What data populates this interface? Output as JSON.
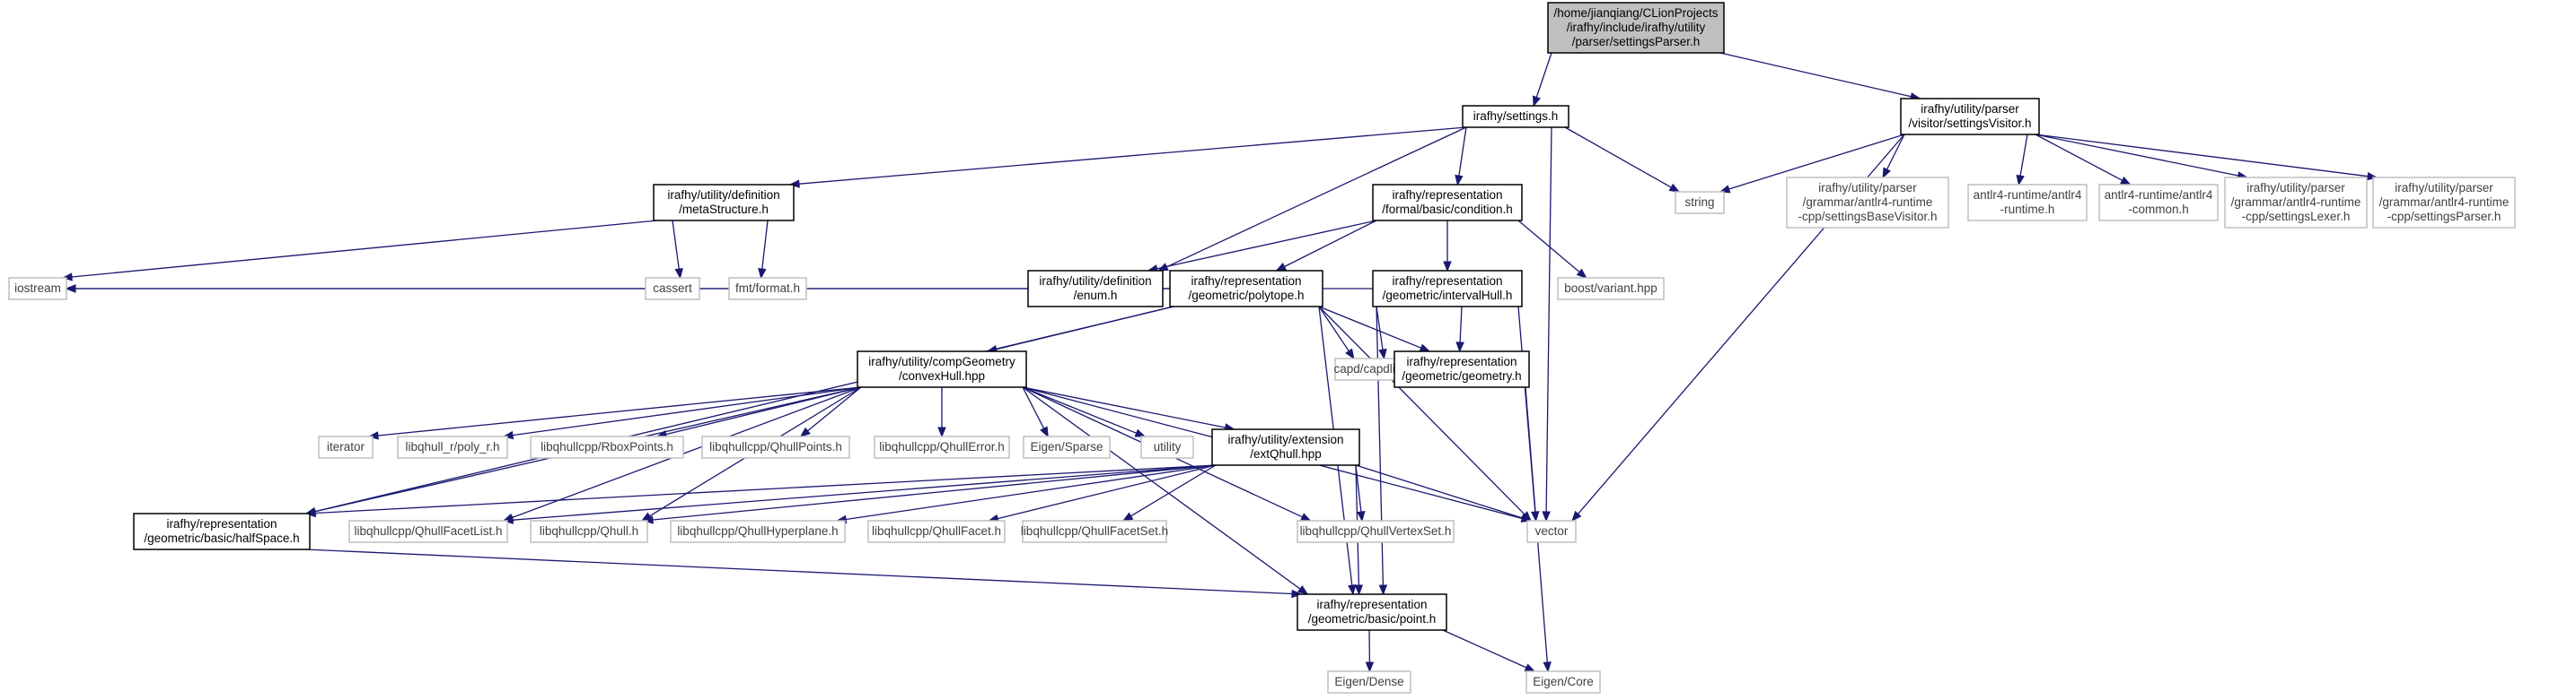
{
  "diagram": {
    "type": "include-dependency-graph",
    "colors": {
      "root_fill": "#bfbfbf",
      "local_fill": "#ffffff",
      "local_border": "#000000",
      "external_border": "#bfbfbf",
      "external_text": "#404040",
      "edge": "#191970"
    },
    "nodes": [
      {
        "id": "root",
        "kind": "root",
        "lines": [
          "/home/jianqiang/CLionProjects",
          "/irafhy/include/irafhy/utility",
          "/parser/settingsParser.h"
        ]
      },
      {
        "id": "settings",
        "kind": "local",
        "lines": [
          "irafhy/settings.h"
        ]
      },
      {
        "id": "settingsVisitor",
        "kind": "local",
        "lines": [
          "irafhy/utility/parser",
          "/visitor/settingsVisitor.h"
        ]
      },
      {
        "id": "metaStructure",
        "kind": "local",
        "lines": [
          "irafhy/utility/definition",
          "/metaStructure.h"
        ]
      },
      {
        "id": "condition",
        "kind": "local",
        "lines": [
          "irafhy/representation",
          "/formal/basic/condition.h"
        ]
      },
      {
        "id": "string",
        "kind": "external",
        "lines": [
          "string"
        ]
      },
      {
        "id": "vector",
        "kind": "external",
        "lines": [
          "vector"
        ]
      },
      {
        "id": "baseVisitor",
        "kind": "external",
        "lines": [
          "irafhy/utility/parser",
          "/grammar/antlr4-runtime",
          "-cpp/settingsBaseVisitor.h"
        ]
      },
      {
        "id": "antlrRuntime",
        "kind": "external",
        "lines": [
          "antlr4-runtime/antlr4",
          "-runtime.h"
        ]
      },
      {
        "id": "antlrCommon",
        "kind": "external",
        "lines": [
          "antlr4-runtime/antlr4",
          "-common.h"
        ]
      },
      {
        "id": "settingsLexer",
        "kind": "external",
        "lines": [
          "irafhy/utility/parser",
          "/grammar/antlr4-runtime",
          "-cpp/settingsLexer.h"
        ]
      },
      {
        "id": "settingsParserG",
        "kind": "external",
        "lines": [
          "irafhy/utility/parser",
          "/grammar/antlr4-runtime",
          "-cpp/settingsParser.h"
        ]
      },
      {
        "id": "iostream",
        "kind": "external",
        "lines": [
          "iostream"
        ]
      },
      {
        "id": "cassert",
        "kind": "external",
        "lines": [
          "cassert"
        ]
      },
      {
        "id": "fmtformat",
        "kind": "external",
        "lines": [
          "fmt/format.h"
        ]
      },
      {
        "id": "enum",
        "kind": "local",
        "lines": [
          "irafhy/utility/definition",
          "/enum.h"
        ]
      },
      {
        "id": "polytope",
        "kind": "local",
        "lines": [
          "irafhy/representation",
          "/geometric/polytope.h"
        ]
      },
      {
        "id": "intervalHull",
        "kind": "local",
        "lines": [
          "irafhy/representation",
          "/geometric/intervalHull.h"
        ]
      },
      {
        "id": "boostVariant",
        "kind": "external",
        "lines": [
          "boost/variant.hpp"
        ]
      },
      {
        "id": "capdlib",
        "kind": "external",
        "lines": [
          "capd/capdlib.h"
        ]
      },
      {
        "id": "geometry",
        "kind": "local",
        "lines": [
          "irafhy/representation",
          "/geometric/geometry.h"
        ]
      },
      {
        "id": "convexHull",
        "kind": "local",
        "lines": [
          "irafhy/utility/compGeometry",
          "/convexHull.hpp"
        ]
      },
      {
        "id": "iterator",
        "kind": "external",
        "lines": [
          "iterator"
        ]
      },
      {
        "id": "polyr",
        "kind": "external",
        "lines": [
          "libqhull_r/poly_r.h"
        ]
      },
      {
        "id": "rboxPoints",
        "kind": "external",
        "lines": [
          "libqhullcpp/RboxPoints.h"
        ]
      },
      {
        "id": "qhullPoints",
        "kind": "external",
        "lines": [
          "libqhullcpp/QhullPoints.h"
        ]
      },
      {
        "id": "qhullError",
        "kind": "external",
        "lines": [
          "libqhullcpp/QhullError.h"
        ]
      },
      {
        "id": "eigenSparse",
        "kind": "external",
        "lines": [
          "Eigen/Sparse"
        ]
      },
      {
        "id": "utility",
        "kind": "external",
        "lines": [
          "utility"
        ]
      },
      {
        "id": "extQhull",
        "kind": "local",
        "lines": [
          "irafhy/utility/extension",
          "/extQhull.hpp"
        ]
      },
      {
        "id": "halfSpace",
        "kind": "local",
        "lines": [
          "irafhy/representation",
          "/geometric/basic/halfSpace.h"
        ]
      },
      {
        "id": "qhullFacetList",
        "kind": "external",
        "lines": [
          "libqhullcpp/QhullFacetList.h"
        ]
      },
      {
        "id": "qhull",
        "kind": "external",
        "lines": [
          "libqhullcpp/Qhull.h"
        ]
      },
      {
        "id": "qhullHyperplane",
        "kind": "external",
        "lines": [
          "libqhullcpp/QhullHyperplane.h"
        ]
      },
      {
        "id": "qhullFacet",
        "kind": "external",
        "lines": [
          "libqhullcpp/QhullFacet.h"
        ]
      },
      {
        "id": "qhullFacetSet",
        "kind": "external",
        "lines": [
          "libqhullcpp/QhullFacetSet.h"
        ]
      },
      {
        "id": "qhullVertexSet",
        "kind": "external",
        "lines": [
          "libqhullcpp/QhullVertexSet.h"
        ]
      },
      {
        "id": "point",
        "kind": "local",
        "lines": [
          "irafhy/representation",
          "/geometric/basic/point.h"
        ]
      },
      {
        "id": "eigenDense",
        "kind": "external",
        "lines": [
          "Eigen/Dense"
        ]
      },
      {
        "id": "eigenCore",
        "kind": "external",
        "lines": [
          "Eigen/Core"
        ]
      }
    ],
    "edges": [
      [
        "root",
        "settings"
      ],
      [
        "root",
        "settingsVisitor"
      ],
      [
        "settings",
        "metaStructure"
      ],
      [
        "settings",
        "condition"
      ],
      [
        "settings",
        "string"
      ],
      [
        "settings",
        "vector"
      ],
      [
        "settings",
        "enum"
      ],
      [
        "settingsVisitor",
        "string"
      ],
      [
        "settingsVisitor",
        "vector"
      ],
      [
        "settingsVisitor",
        "baseVisitor"
      ],
      [
        "settingsVisitor",
        "antlrRuntime"
      ],
      [
        "settingsVisitor",
        "antlrCommon"
      ],
      [
        "settingsVisitor",
        "settingsLexer"
      ],
      [
        "settingsVisitor",
        "settingsParserG"
      ],
      [
        "metaStructure",
        "iostream"
      ],
      [
        "metaStructure",
        "cassert"
      ],
      [
        "metaStructure",
        "fmtformat"
      ],
      [
        "condition",
        "enum"
      ],
      [
        "condition",
        "polytope"
      ],
      [
        "condition",
        "intervalHull"
      ],
      [
        "condition",
        "boostVariant"
      ],
      [
        "polytope",
        "iostream"
      ],
      [
        "polytope",
        "capdlib"
      ],
      [
        "polytope",
        "geometry"
      ],
      [
        "polytope",
        "convexHull"
      ],
      [
        "polytope",
        "halfSpace"
      ],
      [
        "polytope",
        "point"
      ],
      [
        "polytope",
        "vector"
      ],
      [
        "intervalHull",
        "iostream"
      ],
      [
        "intervalHull",
        "capdlib"
      ],
      [
        "intervalHull",
        "geometry"
      ],
      [
        "intervalHull",
        "vector"
      ],
      [
        "intervalHull",
        "point"
      ],
      [
        "geometry",
        "eigenCore"
      ],
      [
        "convexHull",
        "iterator"
      ],
      [
        "convexHull",
        "polyr"
      ],
      [
        "convexHull",
        "rboxPoints"
      ],
      [
        "convexHull",
        "qhullPoints"
      ],
      [
        "convexHull",
        "qhullError"
      ],
      [
        "convexHull",
        "eigenSparse"
      ],
      [
        "convexHull",
        "utility"
      ],
      [
        "convexHull",
        "extQhull"
      ],
      [
        "convexHull",
        "halfSpace"
      ],
      [
        "convexHull",
        "qhullFacetList"
      ],
      [
        "convexHull",
        "qhull"
      ],
      [
        "convexHull",
        "qhullVertexSet"
      ],
      [
        "convexHull",
        "point"
      ],
      [
        "convexHull",
        "vector"
      ],
      [
        "extQhull",
        "halfSpace"
      ],
      [
        "extQhull",
        "qhullFacetList"
      ],
      [
        "extQhull",
        "qhull"
      ],
      [
        "extQhull",
        "qhullHyperplane"
      ],
      [
        "extQhull",
        "qhullFacet"
      ],
      [
        "extQhull",
        "qhullFacetSet"
      ],
      [
        "extQhull",
        "qhullVertexSet"
      ],
      [
        "extQhull",
        "point"
      ],
      [
        "extQhull",
        "vector"
      ],
      [
        "halfSpace",
        "point"
      ],
      [
        "point",
        "eigenDense"
      ],
      [
        "point",
        "eigenCore"
      ]
    ]
  }
}
